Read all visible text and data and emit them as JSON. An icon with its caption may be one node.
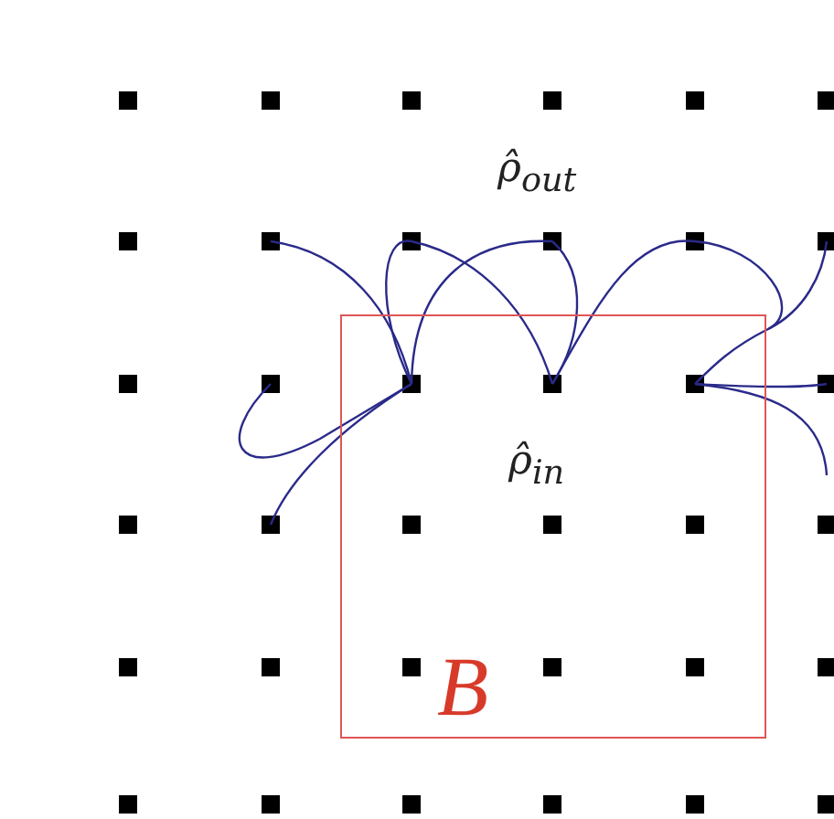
{
  "diagram": {
    "nodes": [
      {
        "text": [
          "B"
        ]
      }
    ],
    "labels": [
      "ρ̂$_{out}$",
      "ρ̂$_{in}$"
    ]
  }
}
